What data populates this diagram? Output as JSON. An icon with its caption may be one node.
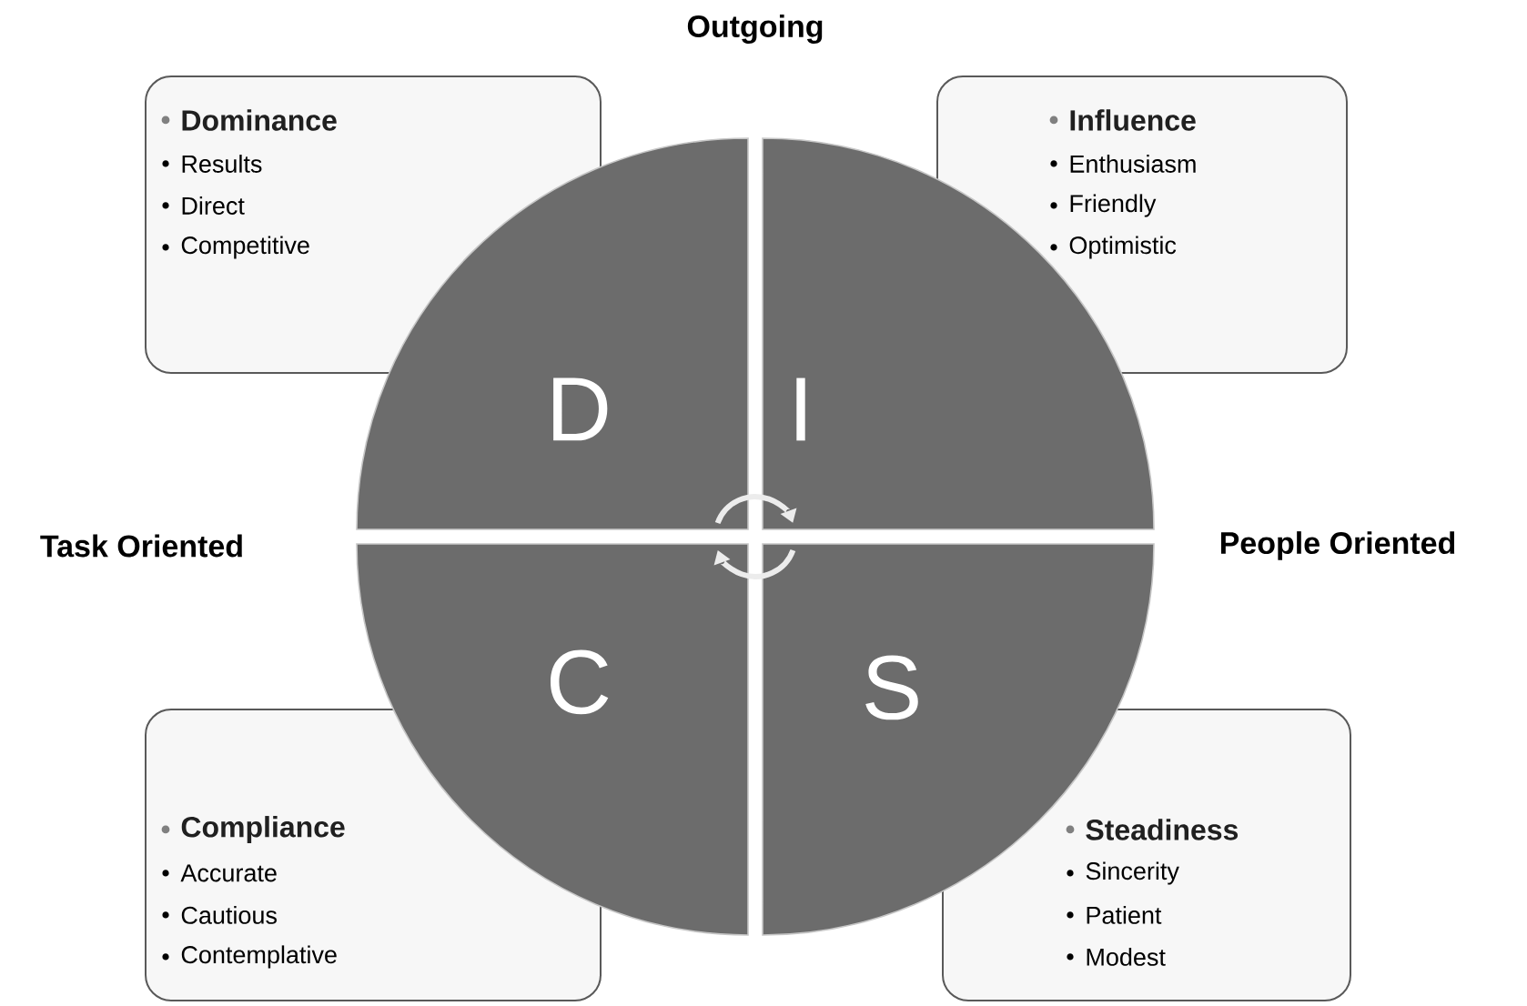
{
  "diagram": {
    "nodes": [
      {
        "text": [
          "Dominance",
          "Results",
          "Direct",
          "Competitive"
        ]
      },
      {
        "text": [
          "Influence",
          "Enthusiasm",
          "Friendly",
          "Optimistic"
        ]
      },
      {
        "text": [
          "D"
        ]
      },
      {
        "text": [
          "I"
        ]
      },
      {
        "text": [
          "C"
        ]
      },
      {
        "text": [
          "S"
        ]
      },
      {
        "text": [
          "Compliance",
          "Accurate",
          "Cautious",
          "Contemplative"
        ]
      },
      {
        "text": [
          "Steadiness",
          "Sincerity",
          "Patient",
          "Modest"
        ]
      }
    ],
    "edges": [
      {
        "from": 2,
        "to": 3,
        "arrow": "to"
      },
      {
        "from": 5,
        "to": 4,
        "arrow": "to"
      }
    ],
    "labels": [
      "Outgoing",
      "Task Oriented",
      "People Oriented"
    ]
  }
}
